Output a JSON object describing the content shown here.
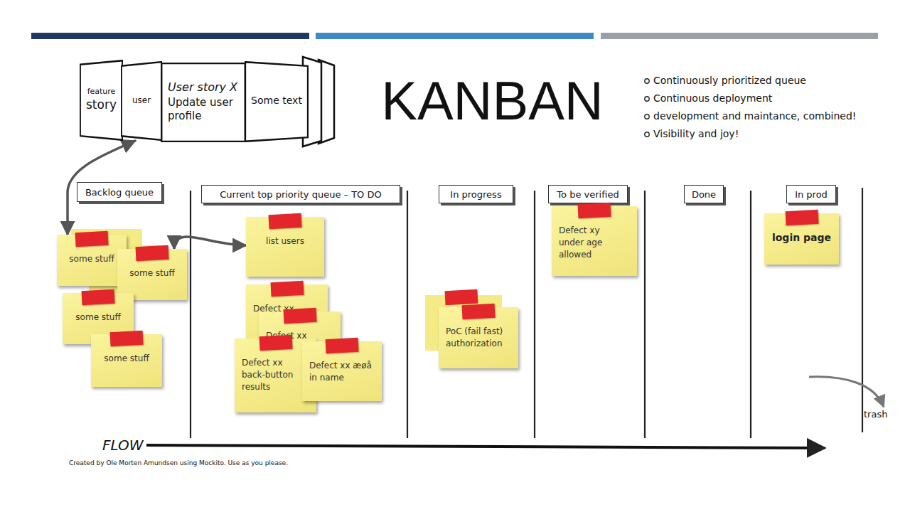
{
  "diagram": {
    "title": "KANBAN",
    "nodes": [
      {
        "text": [
          "feature",
          "story"
        ]
      },
      {
        "text": [
          "user"
        ]
      },
      {
        "text": [
          "User story X",
          "Update user profile"
        ]
      },
      {
        "text": [
          "Some text"
        ]
      },
      {
        "text": [
          "Backlog queue"
        ]
      },
      {
        "text": [
          "some stuff"
        ]
      },
      {
        "text": [
          "some stuff"
        ]
      },
      {
        "text": [
          "some stuff"
        ]
      },
      {
        "text": [
          "some stuff"
        ]
      },
      {
        "text": [
          "Current top priority queue – TO DO"
        ]
      },
      {
        "text": [
          "list users"
        ]
      },
      {
        "text": [
          "Defect xx"
        ]
      },
      {
        "text": [
          "Defect xx"
        ]
      },
      {
        "text": [
          "Defect xx back-button results"
        ]
      },
      {
        "text": [
          "Defect xx æøå in name"
        ]
      },
      {
        "text": [
          "In progress"
        ]
      },
      {
        "text": [
          "PoC (fail fast) authorization"
        ]
      },
      {
        "text": [
          "To be verified"
        ]
      },
      {
        "text": [
          "Defect xy under age allowed"
        ]
      },
      {
        "text": [
          "Done"
        ]
      },
      {
        "text": [
          "In prod"
        ]
      },
      {
        "text": [
          "login page"
        ]
      }
    ],
    "edges": [
      {
        "from": 1,
        "to": 5,
        "arrow": "both"
      },
      {
        "from": 6,
        "to": 10,
        "arrow": "both"
      }
    ],
    "labels": [
      "Continuously prioritized queue",
      "Continuous deployment",
      "development and maintance, combined!",
      "Visibility and joy!",
      "FLOW",
      "trash",
      "Created by Ole Morten Amundsen using Mockito. Use as you please."
    ]
  }
}
